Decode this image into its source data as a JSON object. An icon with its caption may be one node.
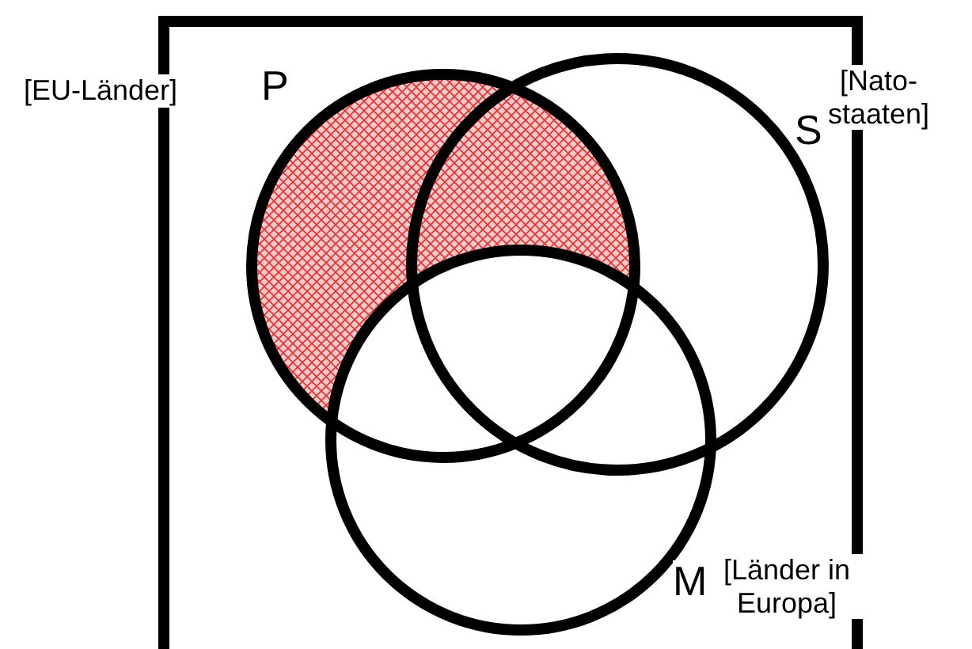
{
  "diagram": {
    "nodes": [
      {
        "text": [],
        "shape": "box"
      },
      {
        "text": [
          "P"
        ],
        "beside": [
          "[EU-Länder]"
        ],
        "in": 0
      },
      {
        "text": [
          "S"
        ],
        "beside": [
          "[Nato-staaten]"
        ],
        "in": 0
      },
      {
        "text": [
          "M"
        ],
        "beside": [
          "[Länder in Europa]"
        ],
        "in": 0
      },
      {
        "text": [],
        "shape": "region",
        "in": 0
      }
    ],
    "edges": []
  }
}
